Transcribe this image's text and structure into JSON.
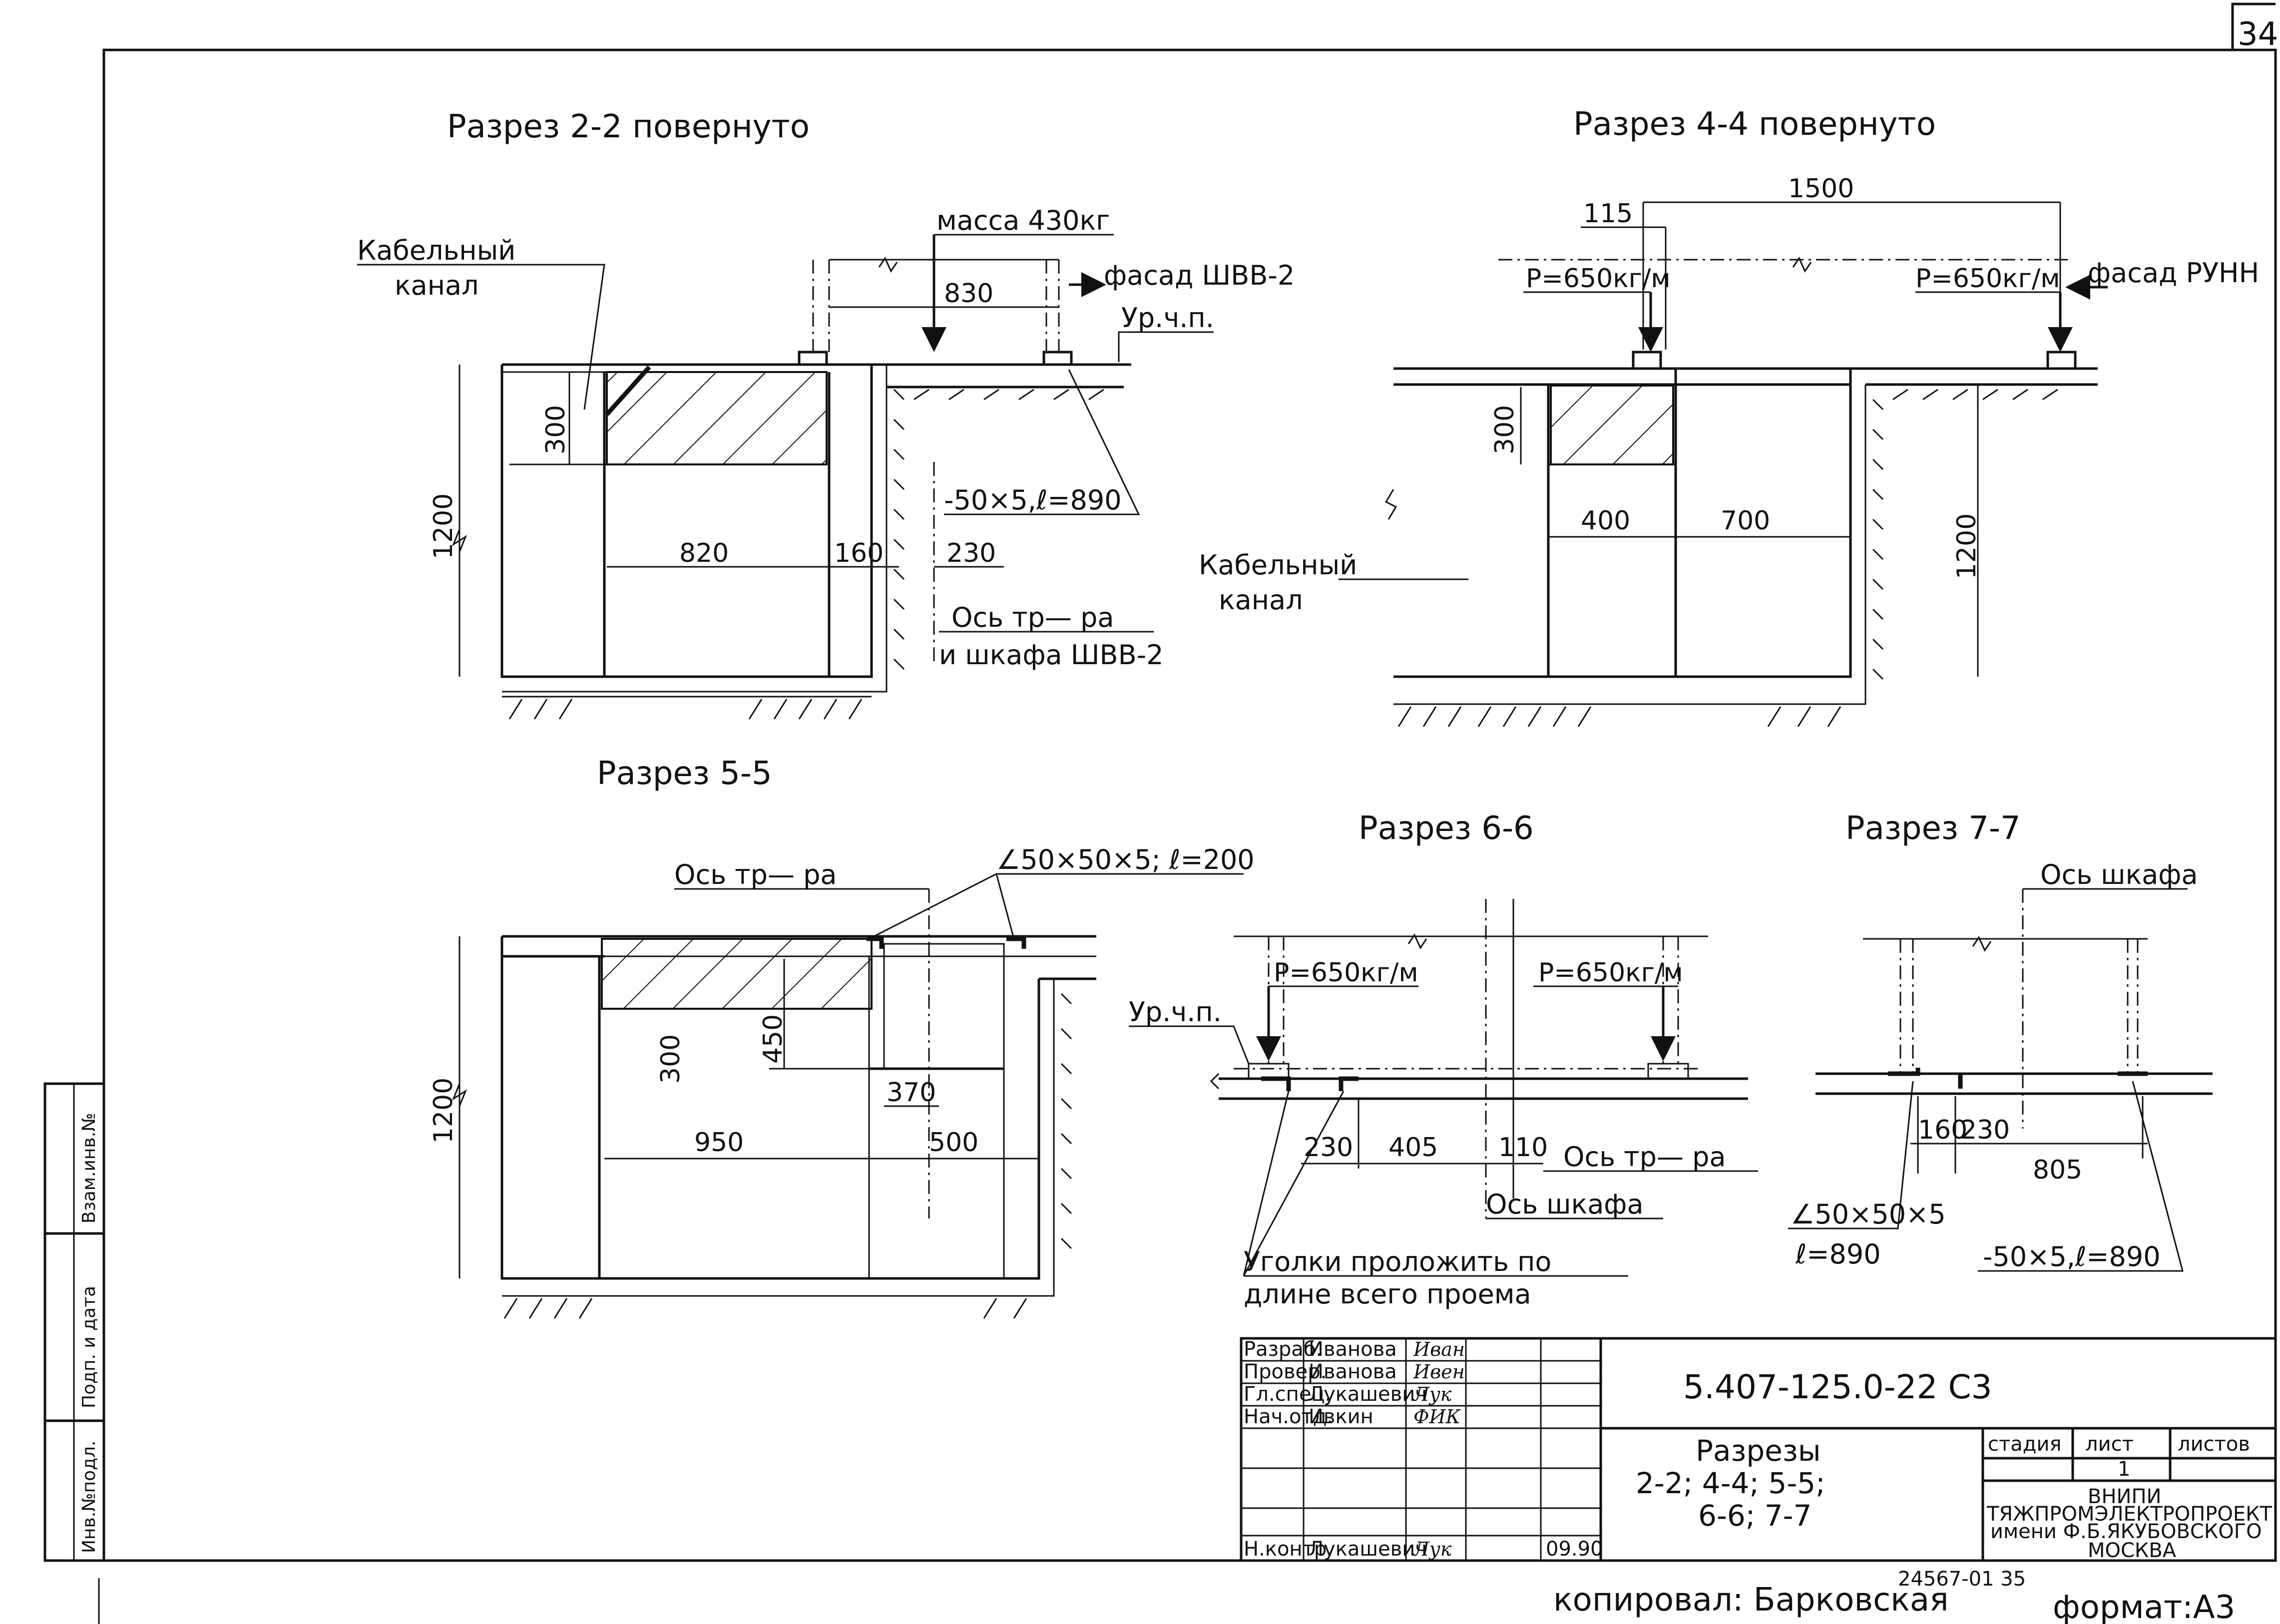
{
  "sheet": {
    "number": "34",
    "bottom_copy": "копировал: Барковская",
    "bottom_number": "24567-01 35",
    "format": "формат:А3",
    "side_labels": [
      "Инв.№подл.",
      "Подп. и дата",
      "Взам.инв.№"
    ]
  },
  "sections": {
    "s22": {
      "title": "Разрез 2-2 повернуто",
      "mass": "масса 430кг",
      "facade": "фасад ШВВ-2",
      "cable_line1": "Кабельный",
      "cable_line2": "канал",
      "ur": "Ур.ч.п.",
      "strip": "-50×5,ℓ=890",
      "axis_line1": "Ось тр— ра",
      "axis_line2": "и шкафа ШВВ-2",
      "d830": "830",
      "d300": "300",
      "d1200": "1200",
      "d820": "820",
      "d160": "160",
      "d230": "230"
    },
    "s44": {
      "title": "Разрез 4-4 повернуто",
      "d115": "115",
      "d1500": "1500",
      "load_left": "Р=650кг/м",
      "load_right": "Р=650кг/м",
      "facade": "фасад РУНН",
      "cable_line1": "Кабельный",
      "cable_line2": "канал",
      "d300": "300",
      "d400": "400",
      "d700": "700",
      "d1200": "1200"
    },
    "s55": {
      "title": "Разрез 5-5",
      "axis": "Ось тр— ра",
      "angle": "∠50×50×5; ℓ=200",
      "d300": "300",
      "d450": "450",
      "d370": "370",
      "d950": "950",
      "d500": "500",
      "d1200": "1200"
    },
    "s66": {
      "title": "Разрез 6-6",
      "load_left": "Р=650кг/м",
      "load_right": "Р=650кг/м",
      "ur": "Ур.ч.п.",
      "d230": "230",
      "d405": "405",
      "d110": "110",
      "axis_tr": "Ось тр— ра",
      "axis_cab": "Ось шкафа",
      "note_line1": "Уголки    проложить по",
      "note_line2": "длине всего проема"
    },
    "s77": {
      "title": "Разрез 7-7",
      "axis_cab": "Ось шкафа",
      "d160": "160",
      "d230": "230",
      "d805": "805",
      "angle_line1": "∠50×50×5",
      "angle_line2": "ℓ=890",
      "strip": "-50×5,ℓ=890"
    }
  },
  "title_block": {
    "roles": [
      "Разраб.",
      "Провер.",
      "Гл.спец.",
      "Нач.отд.",
      "",
      "",
      "Н.контр."
    ],
    "names": [
      "Иванова",
      "Иванова",
      "Лукашевич",
      "Ивкин",
      "",
      "",
      "Лукашевич"
    ],
    "signatures": [
      "Иван",
      "Ивен",
      "Лук",
      "ФИК",
      "",
      "",
      "Лук"
    ],
    "date": "09.90",
    "code": "5.407-125.0-22 С3",
    "desc_line1": "Разрезы",
    "desc_line2": "2-2; 4-4; 5-5;",
    "desc_line3": "6-6; 7-7",
    "col_stage": "стадия",
    "col_sheet": "лист",
    "col_sheets": "листов",
    "sheet_value": "1",
    "org_line1": "ВНИПИ",
    "org_line2": "ТЯЖПРОМЭЛЕКТРОПРОЕКТ",
    "org_line3": "имени Ф.Б.ЯКУБОВСКОГО",
    "org_line4": "МОСКВА"
  }
}
